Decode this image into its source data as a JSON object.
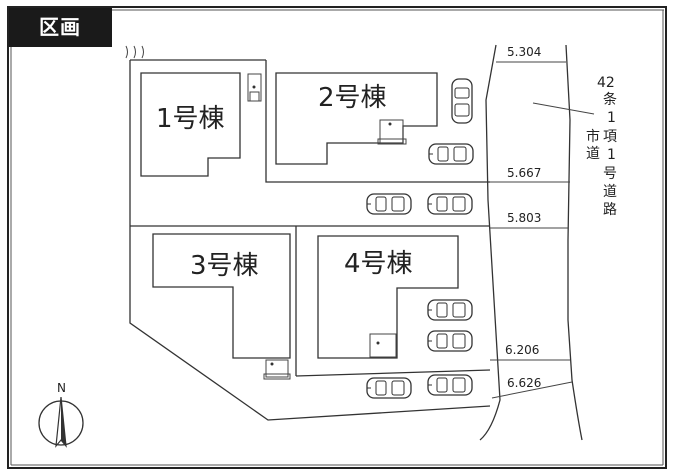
{
  "title": "区画",
  "buildings": [
    {
      "label": "1号棟"
    },
    {
      "label": "2号棟"
    },
    {
      "label": "3号棟"
    },
    {
      "label": "4号棟"
    }
  ],
  "road_widths": [
    "5.304",
    "5.667",
    "5.803",
    "6.206",
    "6.626"
  ],
  "road": {
    "number": "42",
    "name_chars": [
      "条",
      "1",
      "項",
      "1",
      "号",
      "道",
      "路"
    ],
    "type_chars": [
      "市",
      "道"
    ]
  },
  "north": "N"
}
